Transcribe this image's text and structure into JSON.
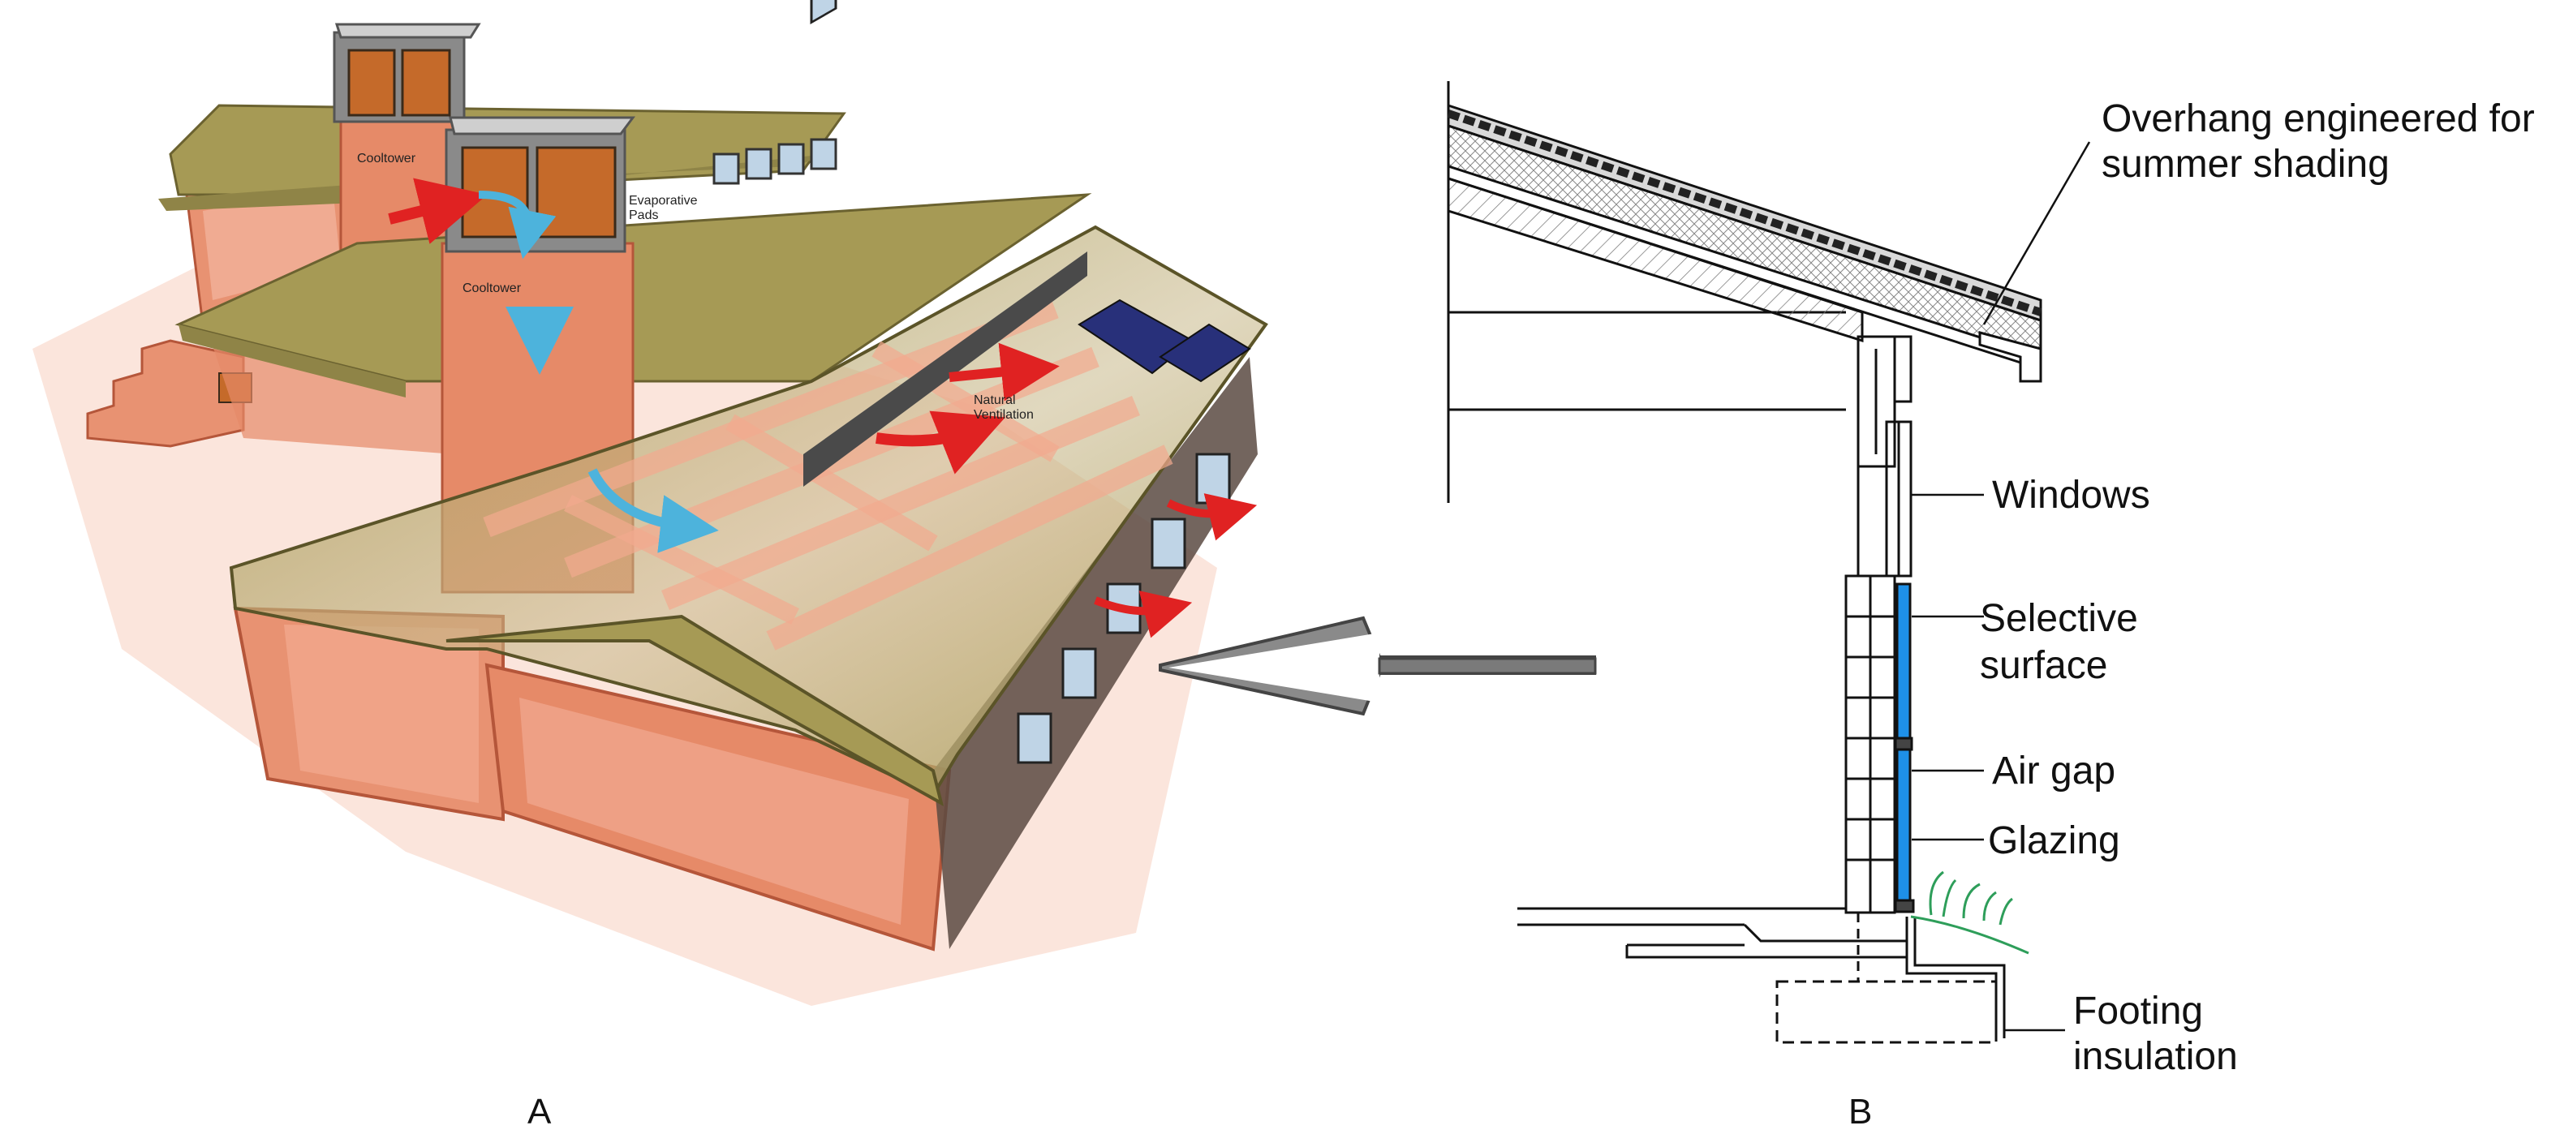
{
  "panel_a": {
    "label": "A",
    "tags": {
      "cooltower_back": "Cooltower",
      "cooltower_front": "Cooltower",
      "evaporative_pads_1": "Evaporative",
      "evaporative_pads_2": "Pads",
      "natural_ventilation_1": "Natural",
      "natural_ventilation_2": "Ventilation"
    },
    "colors": {
      "roof": "#A69A55",
      "wall": "#E89272",
      "glass": "#BFD4E6",
      "cool_air": "#4DB3DC",
      "hot_air": "#E02222",
      "solar_panel": "#28307A"
    }
  },
  "panel_b": {
    "label": "B",
    "callouts": {
      "overhang_1": "Overhang engineered for",
      "overhang_2": "summer  shading",
      "windows": "Windows",
      "selective_1": "Selective",
      "selective_2": "surface",
      "air_gap": "Air gap",
      "glazing": "Glazing",
      "footing_1": "Footing",
      "footing_2": "insulation"
    },
    "colors": {
      "selective_surface": "#1E90E8",
      "grass": "#2E9E5A",
      "line": "#111111"
    }
  },
  "arrow": {
    "direction": "pointing-left",
    "color": "#7a7a7a"
  }
}
